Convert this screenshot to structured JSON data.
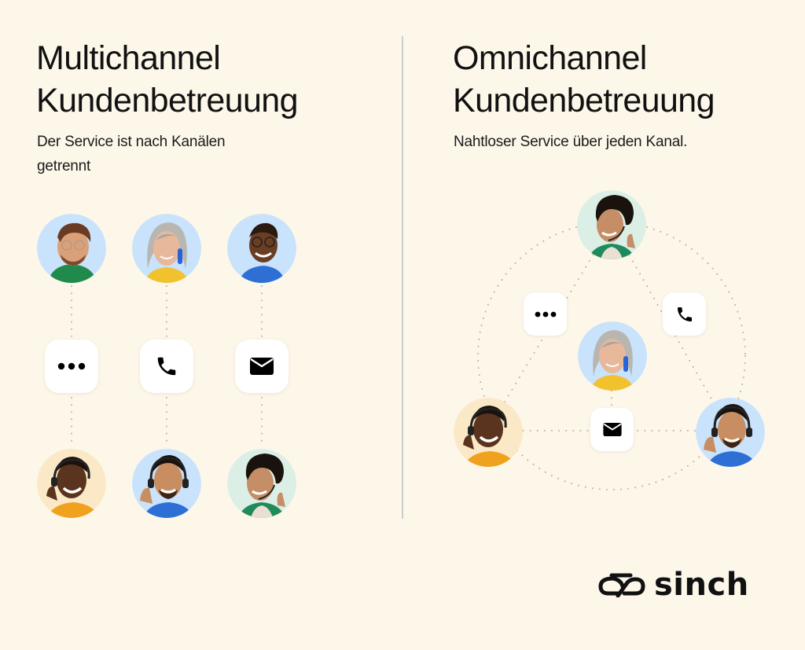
{
  "left": {
    "title_line1": "Multichannel",
    "title_line2": "Kundenbetreuung",
    "subtitle_line1": "Der Service ist nach Kanälen",
    "subtitle_line2": "getrennt",
    "agents_top": [
      "man-glasses-green-sweater",
      "woman-grey-hair-phone",
      "woman-glasses-blue-shirt"
    ],
    "channels": [
      "chat-dots-icon",
      "phone-icon",
      "mail-icon"
    ],
    "agents_bottom": [
      "man-headset-yellow-shirt",
      "man-headset-blue-shirt",
      "woman-headset-green-top"
    ]
  },
  "right": {
    "title_line1": "Omnichannel",
    "title_line2": "Kundenbetreuung",
    "subtitle": "Nahtloser Service über jeden Kanal.",
    "agents": {
      "top": "woman-headset-green-top",
      "center": "woman-grey-hair-phone",
      "bottom_left": "man-headset-yellow-shirt",
      "bottom_right": "man-headset-blue-shirt"
    },
    "channels": [
      "chat-dots-icon",
      "phone-icon",
      "mail-icon"
    ]
  },
  "brand": {
    "name": "sinch",
    "logo_icon": "sinch-infinity-logo"
  },
  "colors": {
    "background": "#fdf7ea",
    "divider": "#c9cfcf",
    "avatar_blue": "#c8e3fb",
    "avatar_mint": "#dcefe6",
    "avatar_peach": "#fbe8c6",
    "dotted_line": "#b9b6ad",
    "text": "#111111"
  }
}
